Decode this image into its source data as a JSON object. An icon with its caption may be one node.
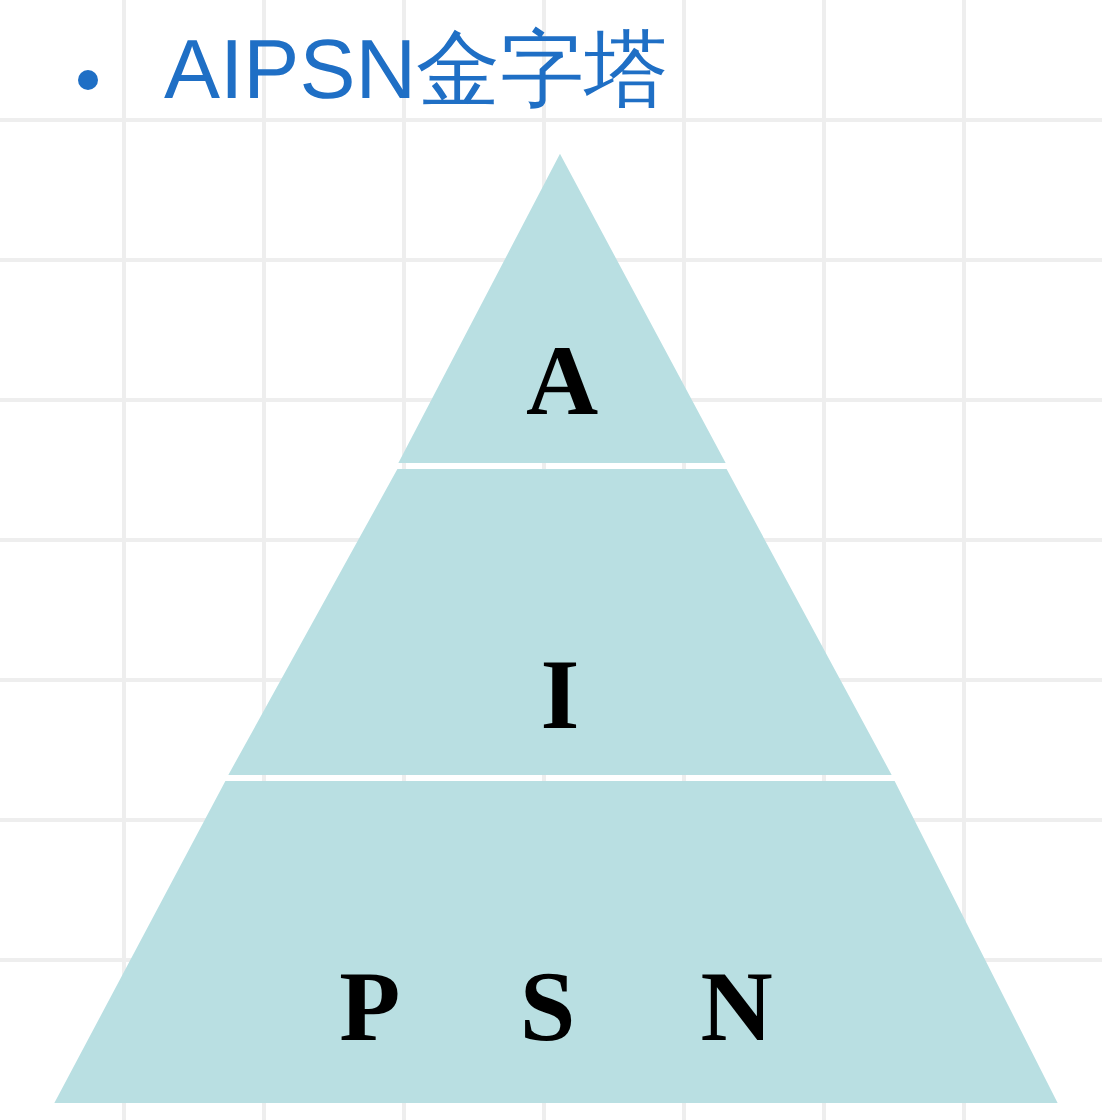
{
  "diagram": {
    "title": "AIPSN金字塔",
    "nodes": [
      {
        "text": [
          "A"
        ]
      },
      {
        "text": [
          "I"
        ]
      },
      {
        "text": [
          "P S N"
        ]
      }
    ]
  }
}
